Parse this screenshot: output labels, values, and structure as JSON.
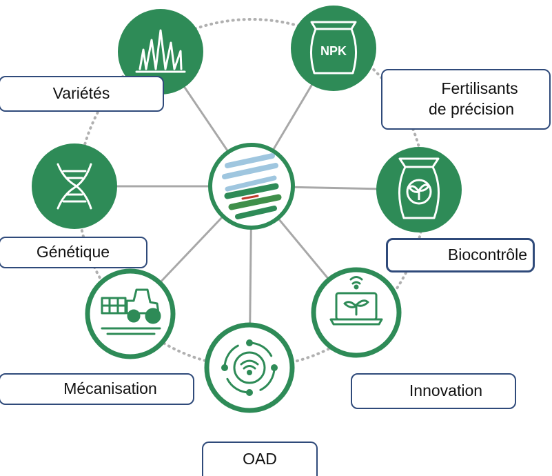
{
  "nodes": [
    {
      "id": "varietes",
      "label": "Variétés",
      "icon": "grass-icon"
    },
    {
      "id": "fertilisants",
      "label_line1": "Fertilisants",
      "label_line2": "de précision",
      "icon": "npk-bag-icon"
    },
    {
      "id": "biocontrole",
      "label": "Biocontrôle",
      "icon": "seed-bag-icon"
    },
    {
      "id": "innovation",
      "label": "Innovation",
      "icon": "laptop-plant-icon"
    },
    {
      "id": "oad",
      "label": "OAD",
      "icon": "wifi-radar-icon"
    },
    {
      "id": "mecanisation",
      "label": "Mécanisation",
      "icon": "tractor-icon"
    },
    {
      "id": "genetique",
      "label": "Génétique",
      "icon": "dna-icon"
    }
  ],
  "hub": {
    "icon": "field-stripes-icon"
  },
  "icon_text": {
    "npk": "NPK"
  },
  "colors": {
    "green": "#2e8b57",
    "line": "#a8a8a8",
    "border": "#2f4a7a",
    "dots": "#b0b0b0"
  }
}
